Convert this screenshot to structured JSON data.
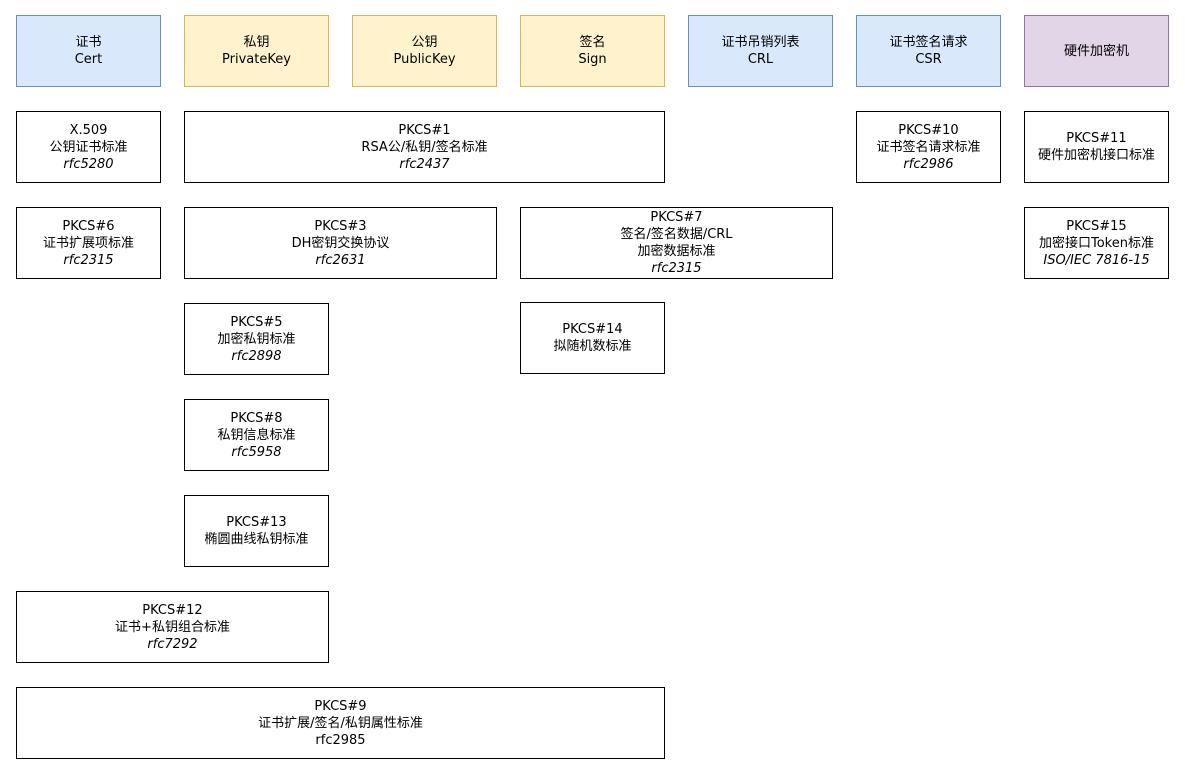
{
  "colors": {
    "category_blue_fill": "#dae8fc",
    "category_blue_border": "#6c8ebf",
    "category_yellow_fill": "#fff2cc",
    "category_yellow_border": "#d6b656",
    "category_purple_fill": "#e1d5e7",
    "category_purple_border": "#9673a6",
    "standard_border": "#000000"
  },
  "categories": {
    "cert": {
      "label": "证书",
      "sub": "Cert"
    },
    "private_key": {
      "label": "私钥",
      "sub": "PrivateKey"
    },
    "public_key": {
      "label": "公钥",
      "sub": "PublicKey"
    },
    "sign": {
      "label": "签名",
      "sub": "Sign"
    },
    "crl": {
      "label": "证书吊销列表",
      "sub": "CRL"
    },
    "csr": {
      "label": "证书签名请求",
      "sub": "CSR"
    },
    "hsm": {
      "label": "硬件加密机"
    }
  },
  "standards": {
    "x509": {
      "name": "X.509",
      "desc": "公钥证书标准",
      "ref": "rfc5280"
    },
    "pkcs1": {
      "name": "PKCS#1",
      "desc": "RSA公/私钥/签名标准",
      "ref": "rfc2437"
    },
    "pkcs10": {
      "name": "PKCS#10",
      "desc": "证书签名请求标准",
      "ref": "rfc2986"
    },
    "pkcs11": {
      "name": "PKCS#11",
      "desc": "硬件加密机接口标准"
    },
    "pkcs6": {
      "name": "PKCS#6",
      "desc": "证书扩展项标准",
      "ref": "rfc2315"
    },
    "pkcs3": {
      "name": "PKCS#3",
      "desc": "DH密钥交换协议",
      "ref": "rfc2631"
    },
    "pkcs7": {
      "name": "PKCS#7",
      "desc": "签名/签名数据/CRL",
      "desc2": "加密数据标准",
      "ref": "rfc2315"
    },
    "pkcs15": {
      "name": "PKCS#15",
      "desc": "加密接口Token标准",
      "ref": "ISO/IEC 7816-15"
    },
    "pkcs5": {
      "name": "PKCS#5",
      "desc": "加密私钥标准",
      "ref": "rfc2898"
    },
    "pkcs14": {
      "name": "PKCS#14",
      "desc": "拟随机数标准"
    },
    "pkcs8": {
      "name": "PKCS#8",
      "desc": "私钥信息标准",
      "ref": "rfc5958"
    },
    "pkcs13": {
      "name": "PKCS#13",
      "desc": "椭圆曲线私钥标准"
    },
    "pkcs12": {
      "name": "PKCS#12",
      "desc": "证书+私钥组合标准",
      "ref": "rfc7292"
    },
    "pkcs9": {
      "name": "PKCS#9",
      "desc": "证书扩展/签名/私钥属性标准",
      "ref": "rfc2985"
    }
  }
}
